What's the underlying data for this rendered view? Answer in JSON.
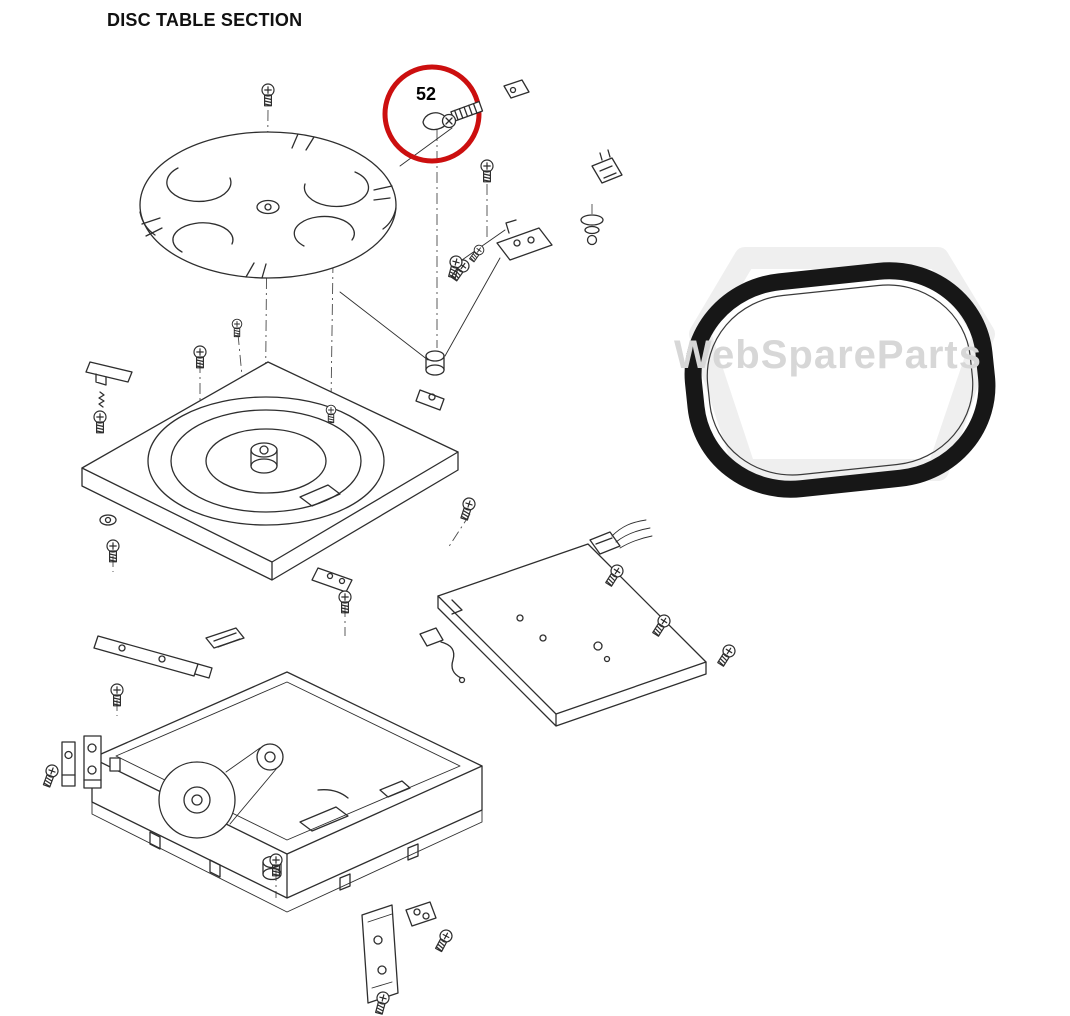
{
  "page": {
    "title": "DISC TABLE SECTION",
    "background_color": "#ffffff"
  },
  "diagram": {
    "line_color": "#2e2e2e"
  },
  "callout": {
    "part_number": "52",
    "color": "#cc0f0f"
  },
  "belt": {
    "color": "#171717"
  },
  "watermark": {
    "text": "WebSpareParts",
    "color": "#d7d7d7",
    "badge_color": "#efefef"
  }
}
